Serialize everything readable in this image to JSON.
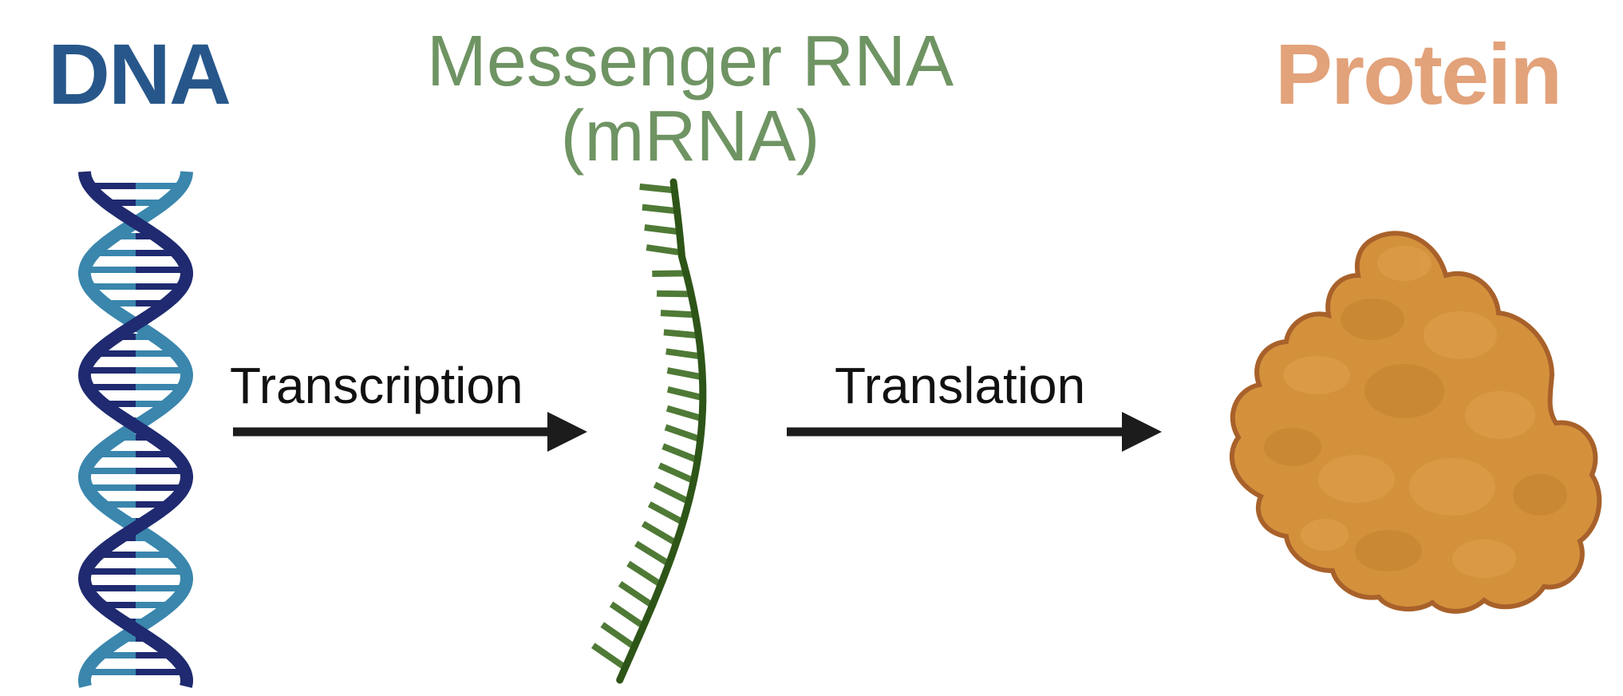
{
  "labels": {
    "dna": "DNA",
    "mrna_line1": "Messenger RNA",
    "mrna_line2": "(mRNA)",
    "protein": "Protein"
  },
  "steps": {
    "transcription": "Transcription",
    "translation": "Translation"
  },
  "colors": {
    "dna_label": "#27578a",
    "mrna_label": "#6f9463",
    "protein_label": "#e2a27a",
    "dna_strand_dark": "#1f2a70",
    "dna_strand_light": "#3a86ad",
    "mrna_strand": "#2e5518",
    "mrna_bases": "#4f7a36",
    "protein_fill": "#d3913c",
    "protein_outline": "#a8612a",
    "arrow": "#1c1c1c"
  },
  "icons": {
    "dna": "dna-double-helix-icon",
    "mrna": "mrna-strand-icon",
    "protein": "folded-protein-icon"
  }
}
